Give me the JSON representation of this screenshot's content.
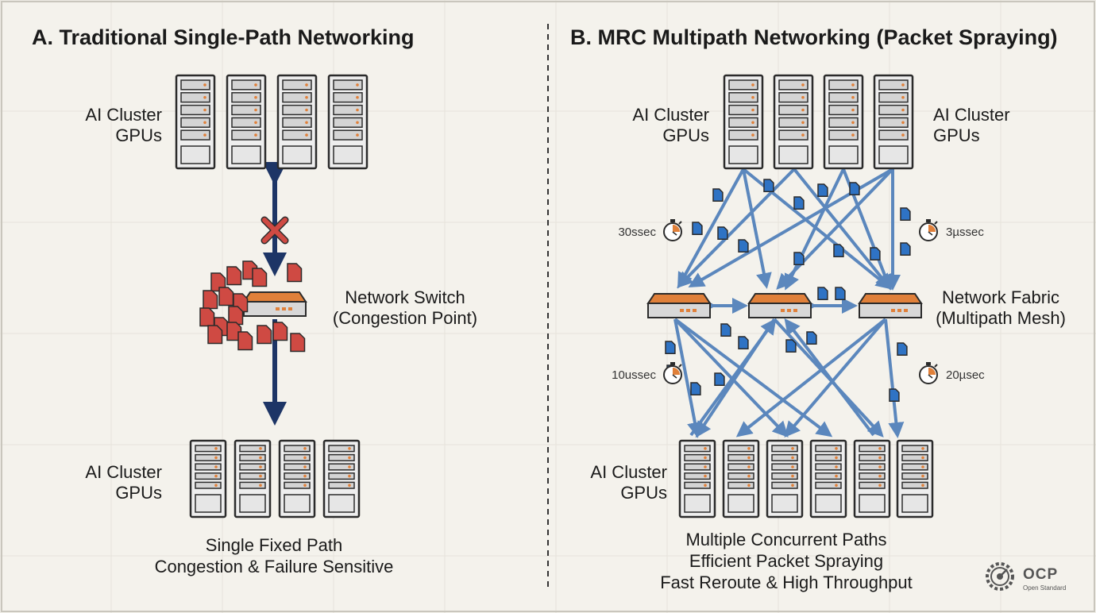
{
  "panel_a": {
    "title": "A. Traditional Single-Path Networking",
    "top_label": [
      "AI Cluster",
      "GPUs"
    ],
    "bottom_label": [
      "AI Cluster",
      "GPUs"
    ],
    "switch_label": [
      "Network Switch",
      "(Congestion Point)"
    ],
    "caption": [
      "Single Fixed Path",
      "Congestion & Failure Sensitive"
    ]
  },
  "panel_b": {
    "title": "B. MRC Multipath Networking (Packet Spraying)",
    "top_left_label": [
      "AI Cluster",
      "GPUs"
    ],
    "top_right_label": [
      "AI Cluster",
      "GPUs"
    ],
    "bottom_label": [
      "AI Cluster",
      "GPUs"
    ],
    "fabric_label": [
      "Network Fabric",
      "(Multipath Mesh)"
    ],
    "latencies": [
      "30ssec",
      "3µssec",
      "10ussec",
      "20µsec"
    ],
    "caption": [
      "Multiple Concurrent Paths",
      "Efficient Packet Spraying",
      "Fast Reroute & High Throughput"
    ]
  },
  "logo": {
    "name": "OCP",
    "subtitle": "Open Standard"
  },
  "colors": {
    "background": "#f4f2ec",
    "path_dark": "#1d3566",
    "path_blue": "#5b87bd",
    "packet_red": "#cf4a43",
    "packet_blue": "#2f73c4",
    "switch_orange": "#e0803a"
  }
}
